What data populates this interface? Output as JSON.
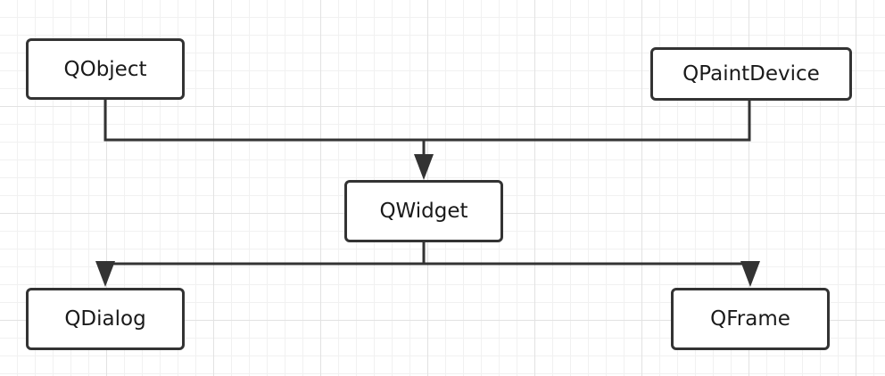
{
  "nodes": {
    "qobject": "QObject",
    "qpaintdevice": "QPaintDevice",
    "qwidget": "QWidget",
    "qdialog": "QDialog",
    "qframe": "QFrame"
  },
  "colors": {
    "line": "#333333",
    "box_border": "#333333",
    "grid_major": "#e2e2e2",
    "grid_minor": "#f1f1f1"
  }
}
